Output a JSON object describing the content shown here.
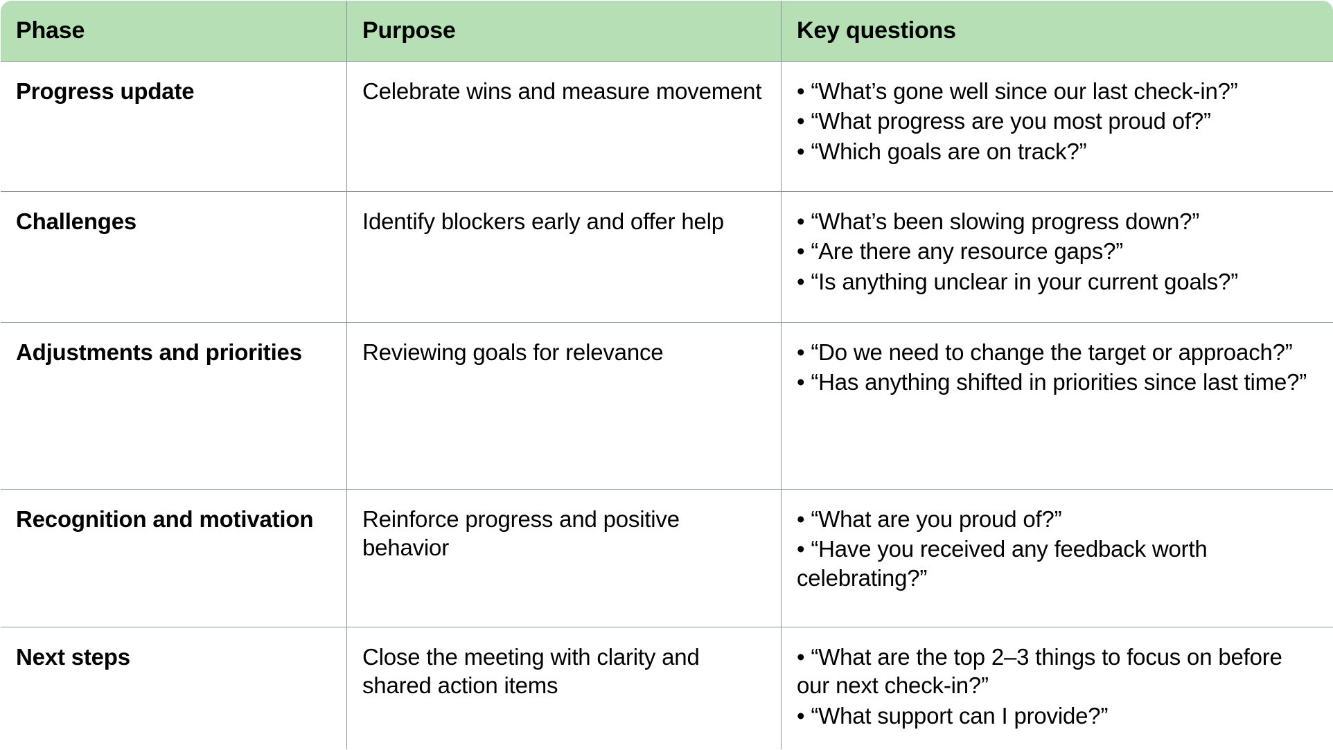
{
  "table": {
    "name": "check-in-meeting-structure",
    "header_background": "#b6dfb6",
    "border_color": "#8a9197",
    "columns": [
      {
        "key": "phase",
        "label": "Phase"
      },
      {
        "key": "purpose",
        "label": "Purpose"
      },
      {
        "key": "keyq",
        "label": "Key questions"
      }
    ],
    "rows": [
      {
        "phase": "Progress update",
        "purpose": "Celebrate wins and measure movement",
        "key_questions": [
          "“What’s gone well since our last check-in?”",
          "“What progress are you most proud of?”",
          "“Which goals are on track?”"
        ]
      },
      {
        "phase": "Challenges",
        "purpose": "Identify blockers early and offer help",
        "key_questions": [
          "“What’s been slowing progress down?”",
          "“Are there any resource gaps?”",
          "“Is anything unclear in your current goals?”"
        ]
      },
      {
        "phase": "Adjustments and priorities",
        "purpose": "Reviewing goals for relevance",
        "key_questions": [
          "“Do we need to change the target or approach?”",
          "“Has anything shifted in priorities since last time?”"
        ]
      },
      {
        "phase": "Recognition and motivation",
        "purpose": "Reinforce progress and positive behavior",
        "key_questions": [
          "“What are you proud of?”",
          "“Have you received any feedback worth celebrating?”"
        ]
      },
      {
        "phase": "Next steps",
        "purpose": "Close the meeting with clarity and shared action items",
        "key_questions": [
          "“What are the top 2–3 things to focus on before our next check-in?”",
          "“What support can I provide?”"
        ]
      }
    ],
    "bullet_glyph": "• "
  }
}
